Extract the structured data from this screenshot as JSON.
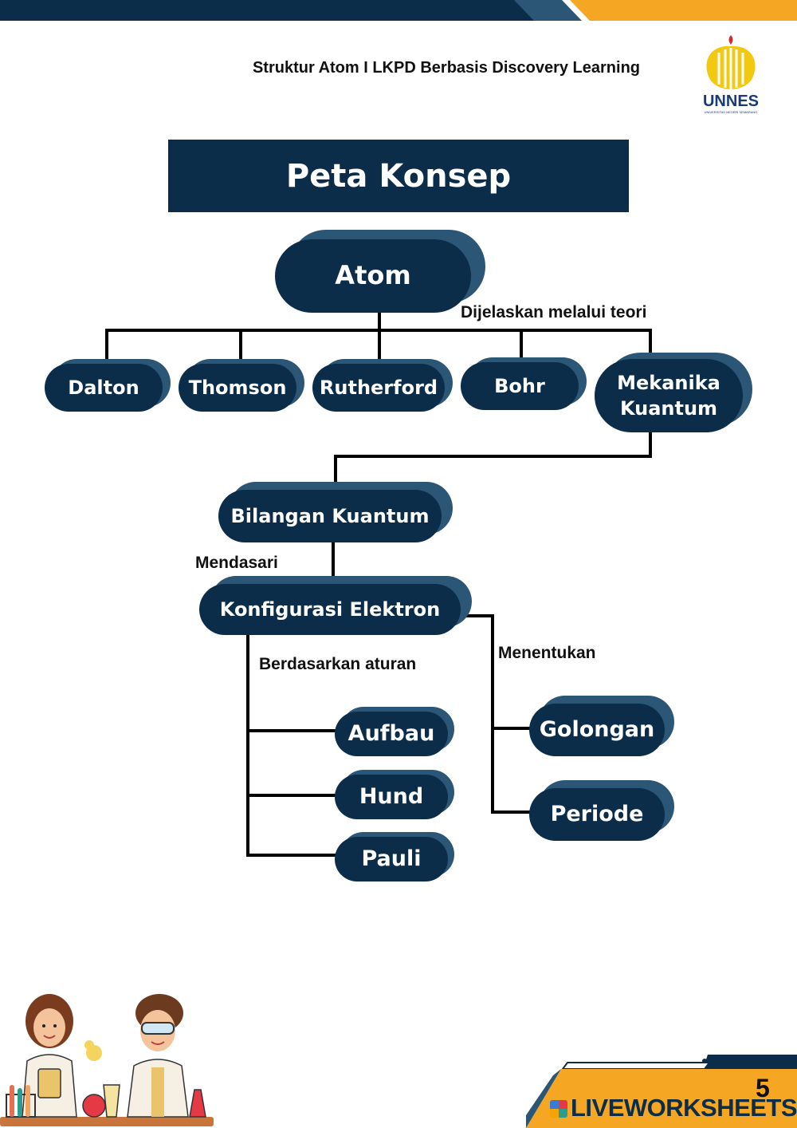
{
  "header": {
    "text": "Struktur Atom I LKPD Berbasis Discovery Learning",
    "logo_text": "UNNES",
    "logo_subtext": "UNIVERSITAS NEGERI SEMARANG"
  },
  "title": "Peta Konsep",
  "nodes": {
    "atom": "Atom",
    "dalton": "Dalton",
    "thomson": "Thomson",
    "rutherford": "Rutherford",
    "bohr": "Bohr",
    "mekanika_line1": "Mekanika",
    "mekanika_line2": "Kuantum",
    "bilangan": "Bilangan Kuantum",
    "konfigurasi": "Konfigurasi Elektron",
    "aufbau": "Aufbau",
    "hund": "Hund",
    "pauli": "Pauli",
    "golongan": "Golongan",
    "periode": "Periode"
  },
  "labels": {
    "teori": "Dijelaskan melalui teori",
    "mendasari": "Mendasari",
    "aturan": "Berdasarkan aturan",
    "menentukan": "Menentukan"
  },
  "footer": {
    "page_number": "5",
    "brand": "LIVEWORKSHEETS"
  },
  "colors": {
    "navy": "#0b2d4a",
    "shadow_blue": "#2b5675",
    "accent_orange": "#f5a623"
  },
  "icons": [
    "unnes-logo-icon",
    "scientists-illustration",
    "liveworksheets-logo-icon"
  ]
}
